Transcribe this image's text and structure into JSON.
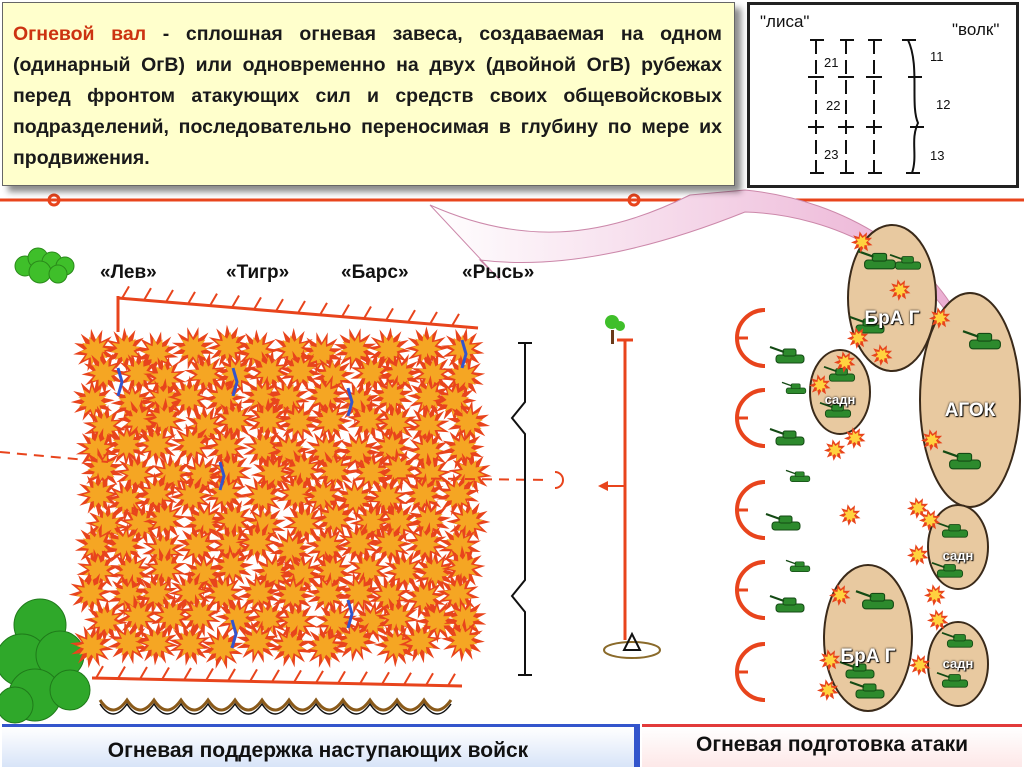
{
  "definition": {
    "term": "Огневой вал",
    "dash": " - ",
    "text": "сплошная огневая завеса, создаваемая на одном (одинарный ОгВ) или одновременно на двух (двойной ОгВ) рубежах перед фронтом атакующих сил и средств своих общевойсковых подразделений, последовательно переносимая в глубину по мере их продвижения."
  },
  "scheme": {
    "left_label": "\"лиса\"",
    "right_label": "\"волк\"",
    "left_numbers": [
      "21",
      "22",
      "23"
    ],
    "right_numbers": [
      "11",
      "12",
      "13"
    ]
  },
  "barrage_tags": [
    "«Лев»",
    "«Тигр»",
    "«Барс»",
    "«Рысь»"
  ],
  "enemy_zones": {
    "bra_top": "БрА Г",
    "agok": "АГОК",
    "sadn_1": "садн",
    "sadn_2": "садн",
    "sadn_3": "садн",
    "bra_bottom": "БрА Г"
  },
  "colors": {
    "line_red": "#e8441c",
    "zone_fill": "#e8c9a0",
    "burst_orange": "#f5a623",
    "burst_red": "#e8441c",
    "tank_green": "#2d8a2d",
    "accent_blue": "#3355cc",
    "accent_pink": "#e23a3a"
  },
  "footer": {
    "left": "Огневая поддержка наступающих войск",
    "right": "Огневая подготовка атаки"
  }
}
